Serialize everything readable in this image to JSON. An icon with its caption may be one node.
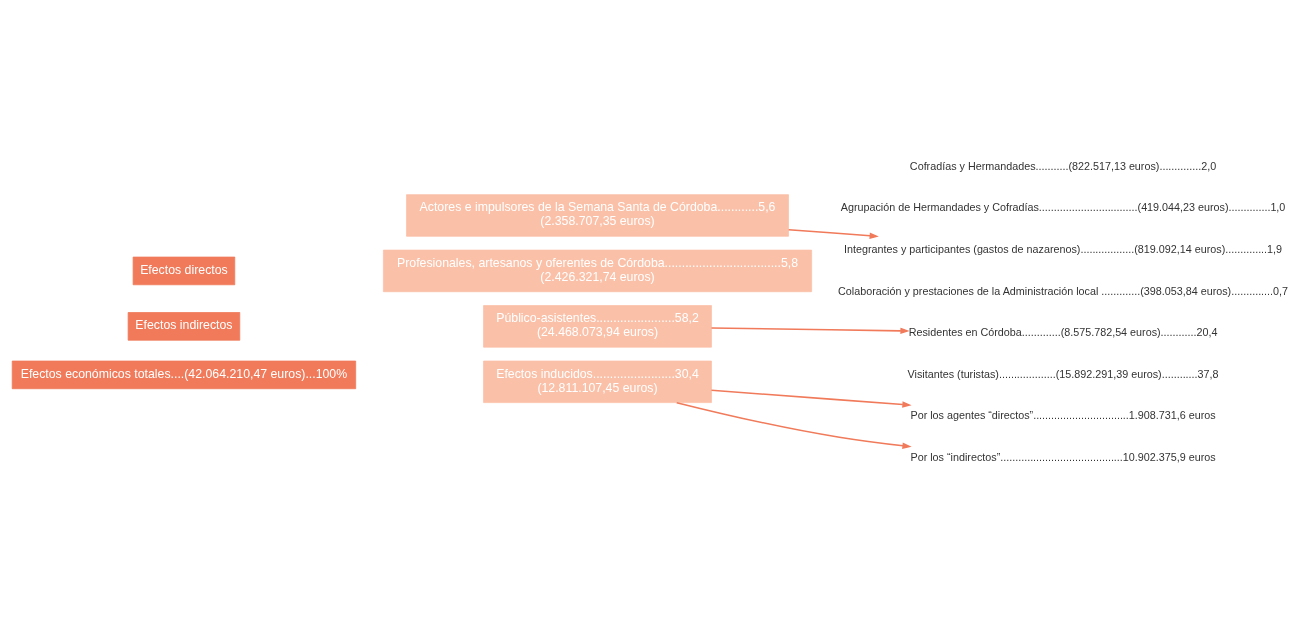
{
  "diagram": {
    "nodes": [
      {
        "text": [
          "Efectos directos"
        ]
      },
      {
        "text": [
          "Actores e impulsores de la Semana Santa de Córdoba............5,6",
          "(2.358.707,35 euros)"
        ]
      },
      {
        "text": [
          "Profesionales, artesanos y oferentes de Córdoba..................................5,8",
          "(2.426.321,74 euros)"
        ]
      },
      {
        "text": [
          "Efectos indirectos"
        ]
      },
      {
        "text": [
          "Público-asistentes.......................58,2",
          "(24.468.073,94 euros)"
        ]
      },
      {
        "text": [
          "Efectos inducidos........................30,4",
          "(12.811.107,45 euros)"
        ]
      },
      {
        "text": [
          "Efectos económicos totales....(42.064.210,47 euros)...100%"
        ]
      },
      {
        "text": [
          "Integrantes y participantes (gastos de nazarenos)..................(819.092,14 euros)..............1,9"
        ]
      },
      {
        "text": [
          "Residentes en Córdoba.............(8.575.782,54 euros)............20,4"
        ]
      },
      {
        "text": [
          "Por los agentes “directos”................................1.908.731,6 euros"
        ]
      },
      {
        "text": [
          "Por los “indirectos”.........................................10.902.375,9 euros"
        ]
      }
    ],
    "edges": [
      {
        "from": 1,
        "to": 7,
        "arrow": "to"
      },
      {
        "from": 4,
        "to": 8,
        "arrow": "to"
      },
      {
        "from": 5,
        "to": 9,
        "arrow": "to"
      },
      {
        "from": 5,
        "to": 10,
        "arrow": "to"
      }
    ],
    "labels": [
      "Cofradías y Hermandades...........(822.517,13 euros)..............2,0",
      "Agrupación de Hermandades y Cofradías.................................(419.044,23 euros)..............1,0",
      "Colaboración y prestaciones de la Administración local .............(398.053,84 euros)..............0,7",
      "Visitantes (turistas)...................(15.892.291,39 euros)............37,8"
    ]
  }
}
